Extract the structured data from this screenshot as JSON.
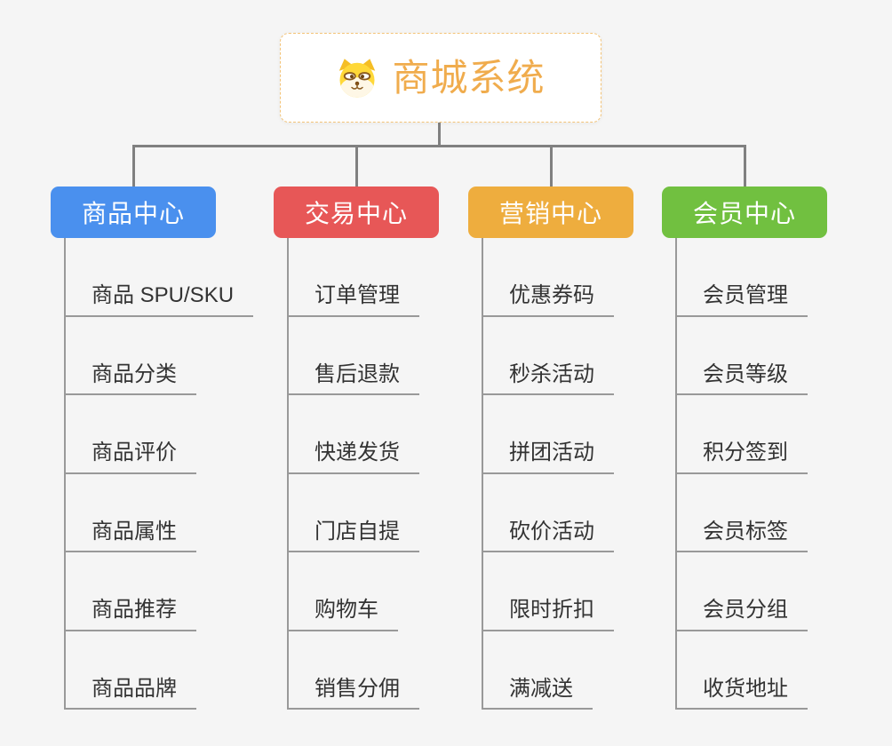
{
  "root": {
    "title": "商城系统",
    "icon_name": "dog-face-icon",
    "title_color": "#F0AC4D",
    "border_color": "#F3C377"
  },
  "branches": [
    {
      "label": "商品中心",
      "color": "#4A90EE",
      "items": [
        "商品 SPU/SKU",
        "商品分类",
        "商品评价",
        "商品属性",
        "商品推荐",
        "商品品牌"
      ]
    },
    {
      "label": "交易中心",
      "color": "#E75757",
      "items": [
        "订单管理",
        "售后退款",
        "快递发货",
        "门店自提",
        "购物车",
        "销售分佣"
      ]
    },
    {
      "label": "营销中心",
      "color": "#EEAD3E",
      "items": [
        "优惠券码",
        "秒杀活动",
        "拼团活动",
        "砍价活动",
        "限时折扣",
        "满减送"
      ]
    },
    {
      "label": "会员中心",
      "color": "#71C040",
      "items": [
        "会员管理",
        "会员等级",
        "积分签到",
        "会员标签",
        "会员分组",
        "收货地址"
      ]
    }
  ]
}
